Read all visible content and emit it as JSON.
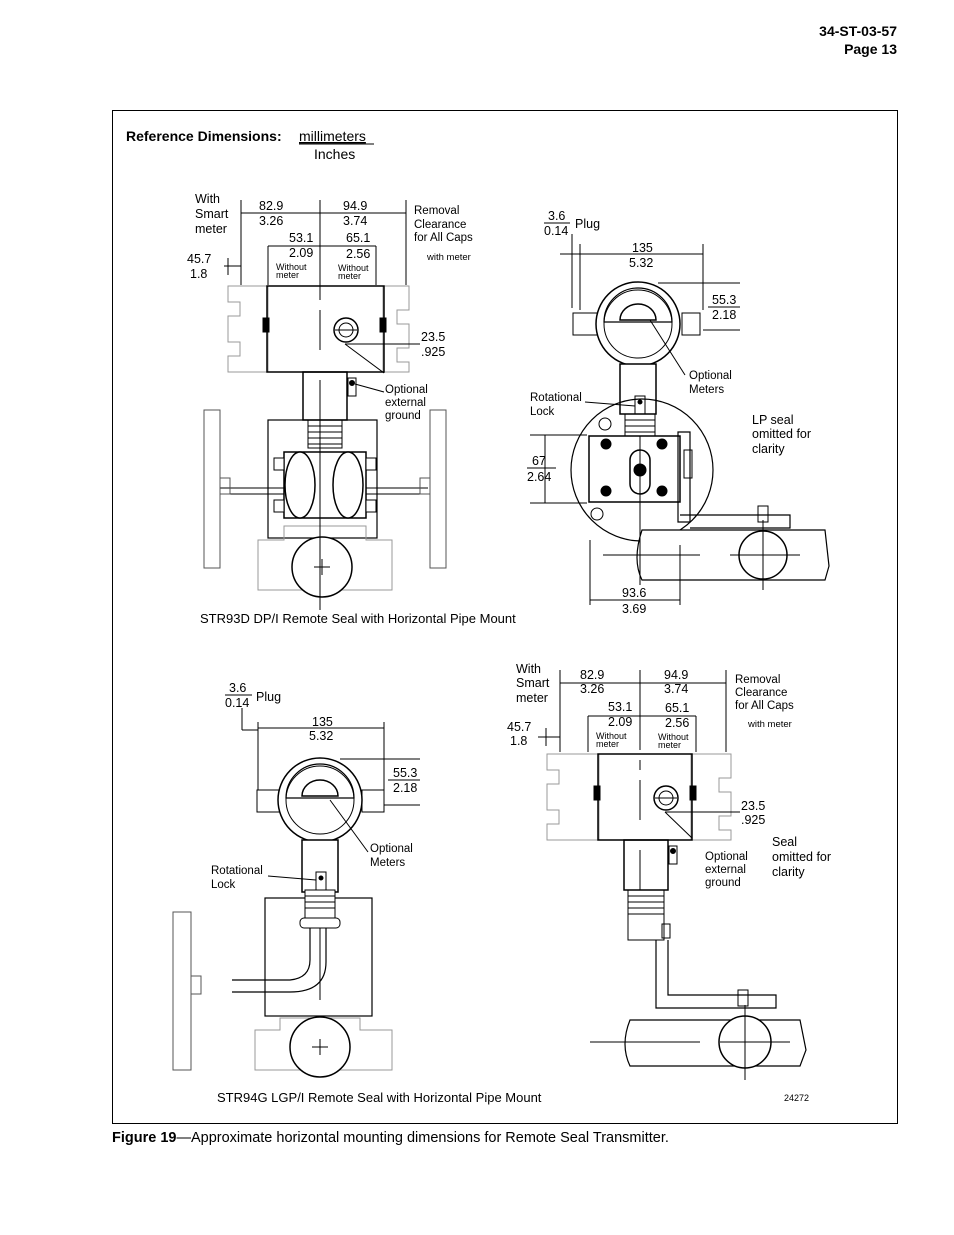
{
  "header": {
    "doc_number": "34-ST-03-57",
    "page": "Page 13"
  },
  "reference": {
    "label": "Reference Dimensions:",
    "unit_mm": "millimeters",
    "unit_in": "Inches"
  },
  "fig_top_left": {
    "title": "STR93D DP/I Remote Seal with Horizontal Pipe Mount",
    "with_smart_meter": [
      "With",
      "Smart",
      "meter"
    ],
    "removal": [
      "Removal",
      "Clearance",
      "for All Caps"
    ],
    "with_meter": "with meter",
    "without_meter": [
      "Without",
      "meter"
    ],
    "dim_829": [
      "82.9",
      "3.26"
    ],
    "dim_949": [
      "94.9",
      "3.74"
    ],
    "dim_531": [
      "53.1",
      "2.09"
    ],
    "dim_651": [
      "65.1",
      "2.56"
    ],
    "dim_457": [
      "45.7",
      "1.8"
    ],
    "dim_235": [
      "23.5",
      ".925"
    ],
    "optional_ground": [
      "Optional",
      "external",
      "ground"
    ]
  },
  "fig_top_right": {
    "dim_36": [
      "3.6",
      "0.14"
    ],
    "plug": "Plug",
    "dim_135": [
      "135",
      "5.32"
    ],
    "dim_553": [
      "55.3",
      "2.18"
    ],
    "optional_meters": [
      "Optional",
      "Meters"
    ],
    "rotational_lock": [
      "Rotational",
      "Lock"
    ],
    "lp_seal": [
      "LP seal",
      "omitted for",
      "clarity"
    ],
    "dim_67": [
      "67",
      "2.64"
    ],
    "dim_936": [
      "93.6",
      "3.69"
    ]
  },
  "fig_bottom_left": {
    "title": "STR94G LGP/I Remote Seal with Horizontal Pipe Mount",
    "dim_36": [
      "3.6",
      "0.14"
    ],
    "plug": "Plug",
    "dim_135": [
      "135",
      "5.32"
    ],
    "dim_553": [
      "55.3",
      "2.18"
    ],
    "optional_meters": [
      "Optional",
      "Meters"
    ],
    "rotational_lock": [
      "Rotational",
      "Lock"
    ]
  },
  "fig_bottom_right": {
    "with_smart_meter": [
      "With",
      "Smart",
      "meter"
    ],
    "removal": [
      "Removal",
      "Clearance",
      "for All Caps"
    ],
    "with_meter": "with meter",
    "without_meter": [
      "Without",
      "meter"
    ],
    "dim_829": [
      "82.9",
      "3.26"
    ],
    "dim_949": [
      "94.9",
      "3.74"
    ],
    "dim_531": [
      "53.1",
      "2.09"
    ],
    "dim_651": [
      "65.1",
      "2.56"
    ],
    "dim_457": [
      "45.7",
      "1.8"
    ],
    "dim_235": [
      "23.5",
      ".925"
    ],
    "optional_ground": [
      "Optional",
      "external",
      "ground"
    ],
    "seal_omitted": [
      "Seal",
      "omitted for",
      "clarity"
    ]
  },
  "drawing_number": "24272",
  "caption": {
    "label": "Figure 19",
    "text": "—Approximate horizontal mounting dimensions for Remote Seal Transmitter."
  }
}
